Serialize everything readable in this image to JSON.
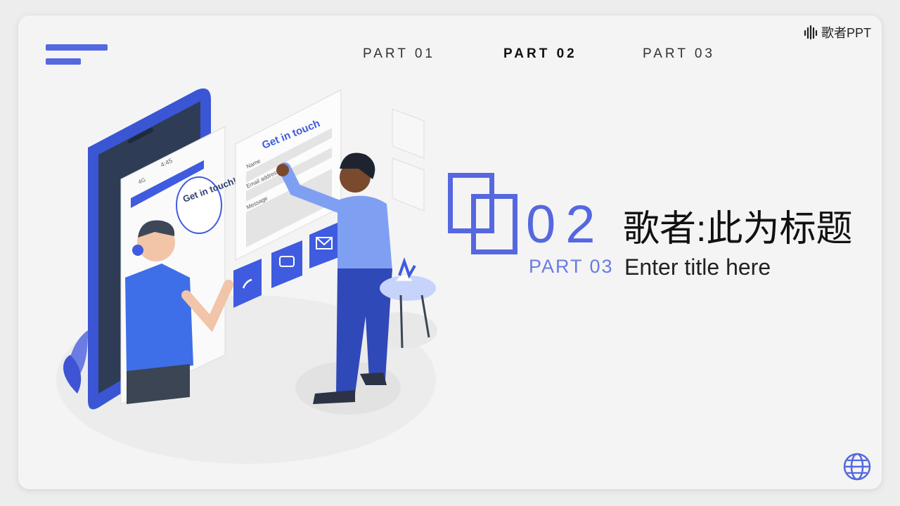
{
  "brand": {
    "logo_text": "歌者PPT"
  },
  "nav": {
    "items": [
      {
        "label": "PART 01"
      },
      {
        "label": "PART 02",
        "active": true
      },
      {
        "label": "PART 03"
      }
    ]
  },
  "section": {
    "number": "02",
    "part_label": "PART 03",
    "title": "歌者:此为标题",
    "subtitle": "Enter title here"
  },
  "illustration": {
    "phone_time": "4:45",
    "phone_signal": "4G",
    "speech_bubble": "Get in touch!",
    "form_title": "Get in touch",
    "form_fields": [
      "Name",
      "Email address",
      "Message"
    ]
  },
  "colors": {
    "accent": "#5568e0",
    "background": "#f4f4f4"
  },
  "icons": [
    "speaker-logo-icon",
    "globe-icon",
    "phone-icon",
    "chat-icon",
    "mail-icon"
  ]
}
